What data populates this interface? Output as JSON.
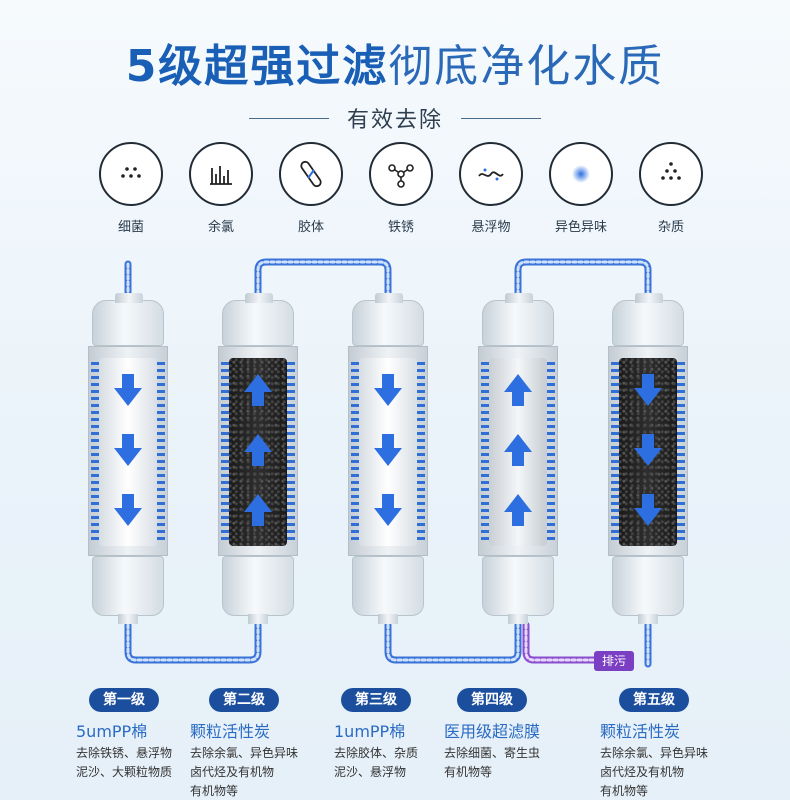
{
  "header": {
    "title_bold": "5级超强过滤",
    "title_light": "彻底净化水质",
    "subtitle": "有效去除"
  },
  "removes": [
    {
      "icon": "bacteria-icon",
      "label": "细菌"
    },
    {
      "icon": "chlorine-icon",
      "label": "余氯"
    },
    {
      "icon": "colloid-icon",
      "label": "胶体"
    },
    {
      "icon": "rust-icon",
      "label": "铁锈"
    },
    {
      "icon": "suspended-matter-icon",
      "label": "悬浮物"
    },
    {
      "icon": "odor-icon",
      "label": "异色异味"
    },
    {
      "icon": "impurity-icon",
      "label": "杂质"
    }
  ],
  "drain_label": "排污",
  "stages": [
    {
      "badge": "第一级",
      "name": "5umPP棉",
      "desc": [
        "去除铁锈、悬浮物",
        "泥沙、大颗粒物质"
      ],
      "core": "white",
      "flow": "down"
    },
    {
      "badge": "第二级",
      "name": "颗粒活性炭",
      "desc": [
        "去除余氯、异色异味",
        "卤代烃及有机物",
        "有机物等"
      ],
      "core": "carbon",
      "flow": "up"
    },
    {
      "badge": "第三级",
      "name": "1umPP棉",
      "desc": [
        "去除胶体、杂质",
        "泥沙、悬浮物"
      ],
      "core": "white",
      "flow": "down"
    },
    {
      "badge": "第四级",
      "name": "医用级超滤膜",
      "desc": [
        "去除细菌、寄生虫",
        "有机物等"
      ],
      "core": "membrane",
      "flow": "up"
    },
    {
      "badge": "第五级",
      "name": "颗粒活性炭",
      "desc": [
        "去除余氯、异色异味",
        "卤代烃及有机物",
        "有机物等"
      ],
      "core": "carbon",
      "flow": "down"
    }
  ],
  "colors": {
    "pipe": "#3a73d8",
    "drain_pipe": "#8a4fd0",
    "arrow": "#2d6fe0",
    "badge": "#1b4f9e",
    "title": "#1a5fb6"
  }
}
